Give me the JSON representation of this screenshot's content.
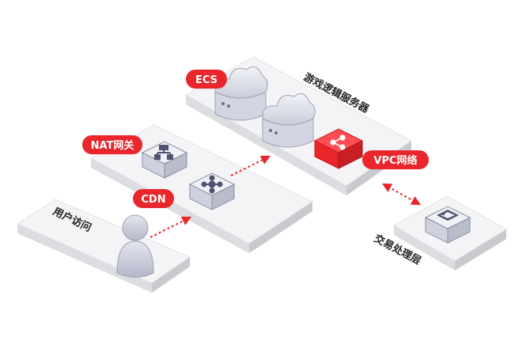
{
  "labels": {
    "ecs": "ECS",
    "nat": "NAT网关",
    "cdn": "CDN",
    "vpc": "VPC网络",
    "user_access": "用户访问",
    "game_server": "游戏逻辑服务器",
    "trade_layer": "交易处理层"
  },
  "icons": {
    "cloud": "cloud-server-icon",
    "nat": "network-gateway-icon",
    "cdn": "network-hub-icon",
    "vpc": "share-nodes-icon",
    "user": "user-person-icon",
    "trade": "server-rack-icon"
  },
  "colors": {
    "accent": "#e8262b",
    "platform_top": "#f3f3f5",
    "platform_side": "#d9dade",
    "icon_face": "#e6e8f0",
    "icon_stroke": "#5a5f78",
    "vpc_face": "#f0333a"
  }
}
